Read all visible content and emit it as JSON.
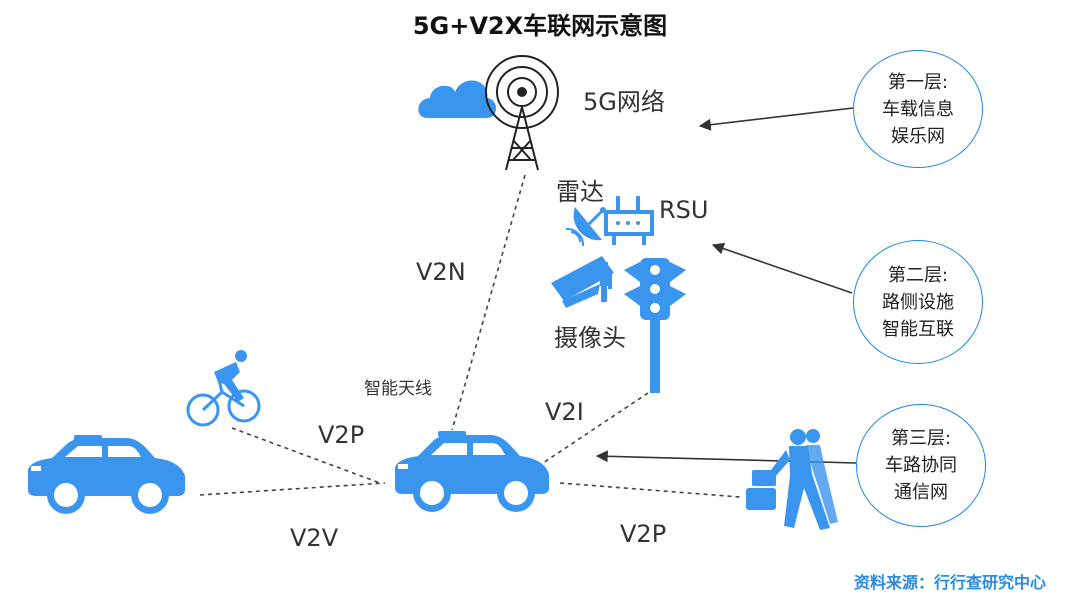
{
  "title": "5G+V2X车联网示意图",
  "network": {
    "label": "5G网络"
  },
  "infra": {
    "radar": "雷达",
    "rsu": "RSU",
    "camera": "摄像头",
    "antenna": "智能天线"
  },
  "links": {
    "v2n": "V2N",
    "v2i": "V2I",
    "v2p_bike": "V2P",
    "v2v": "V2V",
    "v2p_ped": "V2P"
  },
  "layers": [
    {
      "lines": [
        "第一层:",
        "车载信息",
        "娱乐网"
      ]
    },
    {
      "lines": [
        "第二层:",
        "路侧设施",
        "智能互联"
      ]
    },
    {
      "lines": [
        "第三层:",
        "车路协同",
        "通信网"
      ]
    }
  ],
  "source": "资料来源：行行查研究中心",
  "colors": {
    "accent": "#3a95ef",
    "bubble_border": "#1e86e8",
    "source": "#2b8be0"
  }
}
